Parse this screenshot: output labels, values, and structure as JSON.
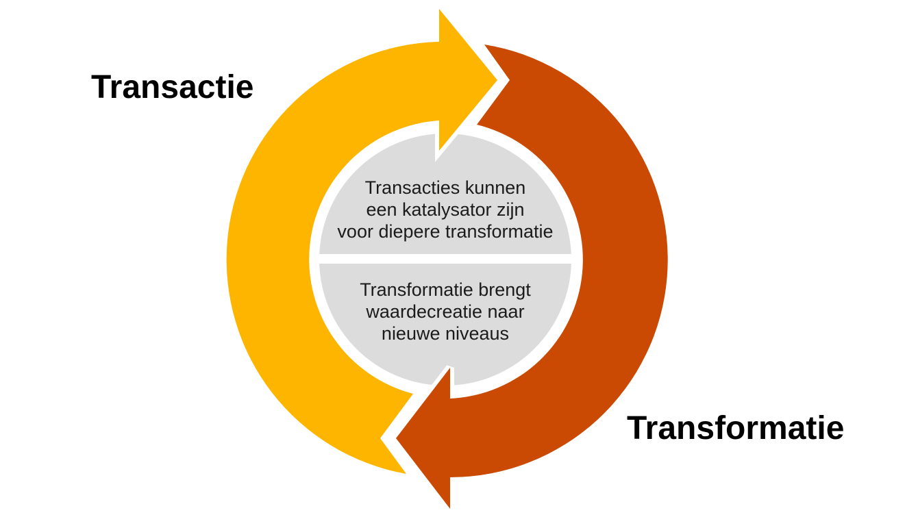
{
  "diagram": {
    "labels": {
      "transactie": "Transactie",
      "transformatie": "Transformatie"
    },
    "center_top_lines": [
      "Transacties kunnen",
      "een katalysator zijn",
      "voor diepere transformatie"
    ],
    "center_bottom_lines": [
      "Transformatie brengt",
      "waardecreatie naar",
      "nieuwe niveaus"
    ],
    "colors": {
      "transactie_arrow": "#FDB500",
      "transformatie_arrow": "#CB4A03",
      "center_circle": "#DCDCDC",
      "divider": "#FFFFFF",
      "center_text": "#1B1B1B",
      "label_text": "#000000",
      "background": "#FFFFFF"
    }
  }
}
